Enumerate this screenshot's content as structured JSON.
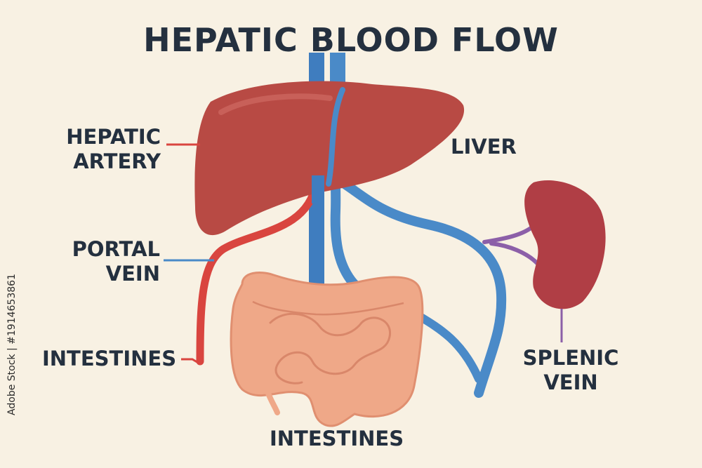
{
  "title": "HEPATIC BLOOD FLOW",
  "labels": {
    "hepatic_artery": [
      "HEPATIC",
      "ARTERY"
    ],
    "liver": "LIVER",
    "portal_vein": [
      "PORTAL",
      "VEIN"
    ],
    "intestines_left": "INTESTINES",
    "intestines_bottom": "INTESTINES",
    "splenic_vein": [
      "SPLENIC",
      "VEIN"
    ]
  },
  "stock_id": "Adobe Stock | #1914653861",
  "colors": {
    "background": "#f8f1e3",
    "text": "#24303f",
    "liver": "#b84a44",
    "artery": "#d9453f",
    "vein": "#4a8ac8",
    "intestine": "#efa888",
    "spleen": "#b03e45",
    "splenic_connector": "#8c5fa8"
  }
}
